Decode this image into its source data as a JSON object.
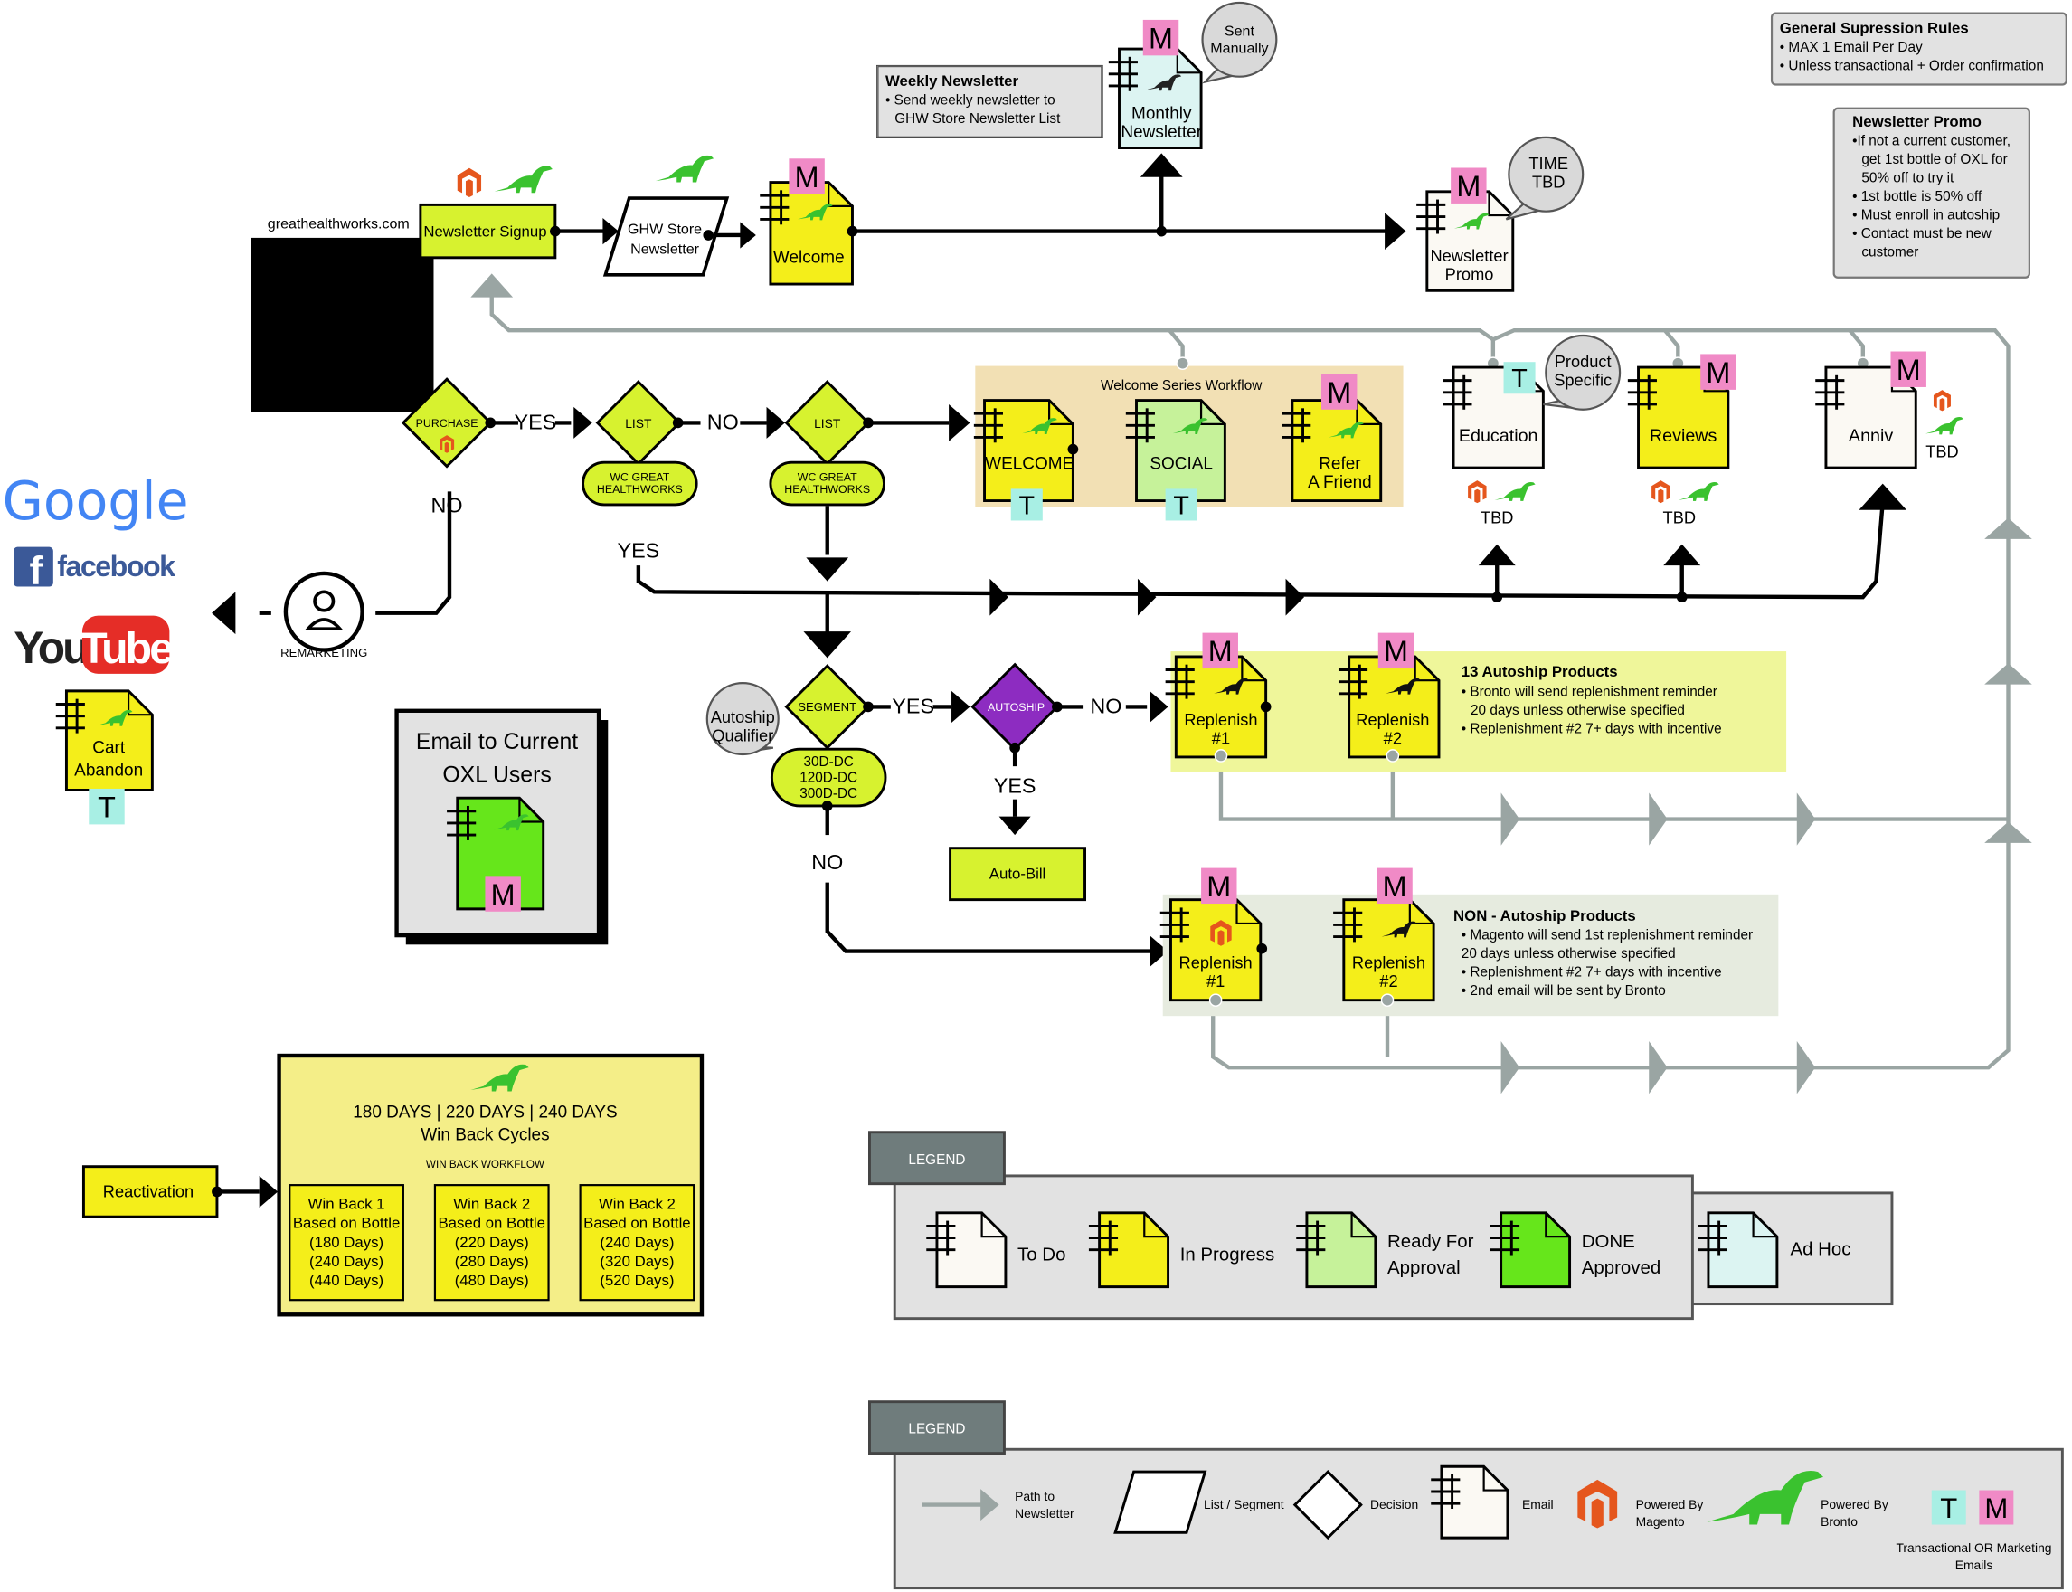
{
  "colors": {
    "todo": "#fbf9f3",
    "in_progress": "#f4ee1a",
    "ready": "#c6f29a",
    "done": "#66e61b",
    "adhoc": "#dcf4f2",
    "m_badge": "#f08ac6",
    "t_badge": "#a8efe4",
    "path_gray": "#9aa5a3",
    "panel_gray": "#e2e2e2",
    "legend_tab": "#6f7c7c",
    "welcome_bg": "#f2e0b4",
    "autoship_bg": "#eff69a",
    "nonautoship_bg": "#e6ebdf",
    "winback_bg": "#f4ee88",
    "lime": "#d7f22f",
    "magento": "#e5561d",
    "bronto": "#3ac22f",
    "autoship_diamond": "#8d2cc1"
  },
  "badges": {
    "m": "M",
    "t": "T"
  },
  "top": {
    "site": "greathealthworks.com",
    "signup": "Newsletter Signup",
    "ghw_list": [
      "GHW Store",
      "Newsletter"
    ],
    "welcome": "Welcome",
    "monthly": [
      "Monthly",
      "Newsletter"
    ],
    "sent_manually": [
      "Sent",
      "Manually"
    ],
    "promo": [
      "Newsletter",
      "Promo"
    ],
    "time_tbd": [
      "TIME",
      "TBD"
    ]
  },
  "notes": {
    "weekly_title": "Weekly Newsletter",
    "weekly_lines": [
      "• Send weekly newsletter to",
      "GHW Store Newsletter List"
    ],
    "suppression_title": "General Supression Rules",
    "suppression_lines": [
      "• MAX 1 Email Per Day",
      "• Unless transactional + Order confirmation"
    ],
    "promo_title": "Newsletter Promo",
    "promo_lines": [
      "•If not a current customer,",
      "get 1st bottle of OXL for",
      "50% off to try it",
      "• 1st bottle is 50% off",
      "• Must enroll in autoship",
      "• Contact must be new",
      "customer"
    ]
  },
  "flow": {
    "purchase": "PURCHASE",
    "list": "LIST",
    "segment": "SEGMENT",
    "autoship": "AUTOSHIP",
    "yes": "YES",
    "no": "NO",
    "wc": [
      "WC GREAT",
      "HEALTHWORKS"
    ],
    "qualifier": [
      "Autoship",
      "Qualifier"
    ],
    "segments": [
      "30D-DC",
      "120D-DC",
      "300D-DC"
    ],
    "remarketing": "REMARKETING",
    "autobill": "Auto-Bill"
  },
  "welcome_series": {
    "title": "Welcome Series Workflow",
    "welcome": "WELCOME",
    "social": "SOCIAL",
    "refer": [
      "Refer",
      "A Friend"
    ]
  },
  "lifecycle": {
    "education": "Education",
    "product_specific": [
      "Product",
      "Specific"
    ],
    "reviews": "Reviews",
    "anniv": "Anniv",
    "tbd": "TBD"
  },
  "channels": {
    "google": "Google",
    "facebook": "facebook",
    "you": "You",
    "tube": "Tube",
    "cart": [
      "Cart",
      "Abandon"
    ]
  },
  "autoship": {
    "title": "13 Autoship Products",
    "lines": [
      "• Bronto will send replenishment reminder",
      "20 days unless otherwise specified",
      "• Replenishment #2 7+ days with incentive"
    ],
    "r1": [
      "Replenish",
      "#1"
    ],
    "r2": [
      "Replenish",
      "#2"
    ]
  },
  "nonautoship": {
    "title": "NON - Autoship Products",
    "lines": [
      "• Magento will send 1st replenishment reminder",
      "20 days unless otherwise specified",
      "• Replenishment #2 7+ days with incentive",
      "• 2nd email will be sent by Bronto"
    ],
    "r1": [
      "Replenish",
      "#1"
    ],
    "r2": [
      "Replenish",
      "#2"
    ]
  },
  "oxl": {
    "title": [
      "Email to Current",
      "OXL Users"
    ]
  },
  "winback": {
    "reactivation": "Reactivation",
    "days": "180 DAYS | 220 DAYS | 240 DAYS",
    "cycles": "Win Back Cycles",
    "workflow": "WIN BACK WORKFLOW",
    "boxes": [
      [
        "Win Back 1",
        "Based on Bottle",
        "(180 Days)",
        "(240 Days)",
        "(440 Days)"
      ],
      [
        "Win Back 2",
        "Based on Bottle",
        "(220 Days)",
        "(280 Days)",
        "(480 Days)"
      ],
      [
        "Win Back 2",
        "Based on Bottle",
        "(240 Days)",
        "(320 Days)",
        "(520 Days)"
      ]
    ]
  },
  "legend1": {
    "tab": "LEGEND",
    "todo": "To Do",
    "in_progress": "In Progress",
    "ready": [
      "Ready For",
      "Approval"
    ],
    "done": [
      "DONE",
      "Approved"
    ],
    "adhoc": "Ad Hoc"
  },
  "legend2": {
    "tab": "LEGEND",
    "path": [
      "Path to",
      "Newsletter"
    ],
    "list": "List / Segment",
    "decision": "Decision",
    "email": "Email",
    "magento": [
      "Powered By",
      "Magento"
    ],
    "bronto": [
      "Powered By",
      "Bronto"
    ],
    "tm": [
      "Transactional OR Marketing",
      "Emails"
    ]
  }
}
